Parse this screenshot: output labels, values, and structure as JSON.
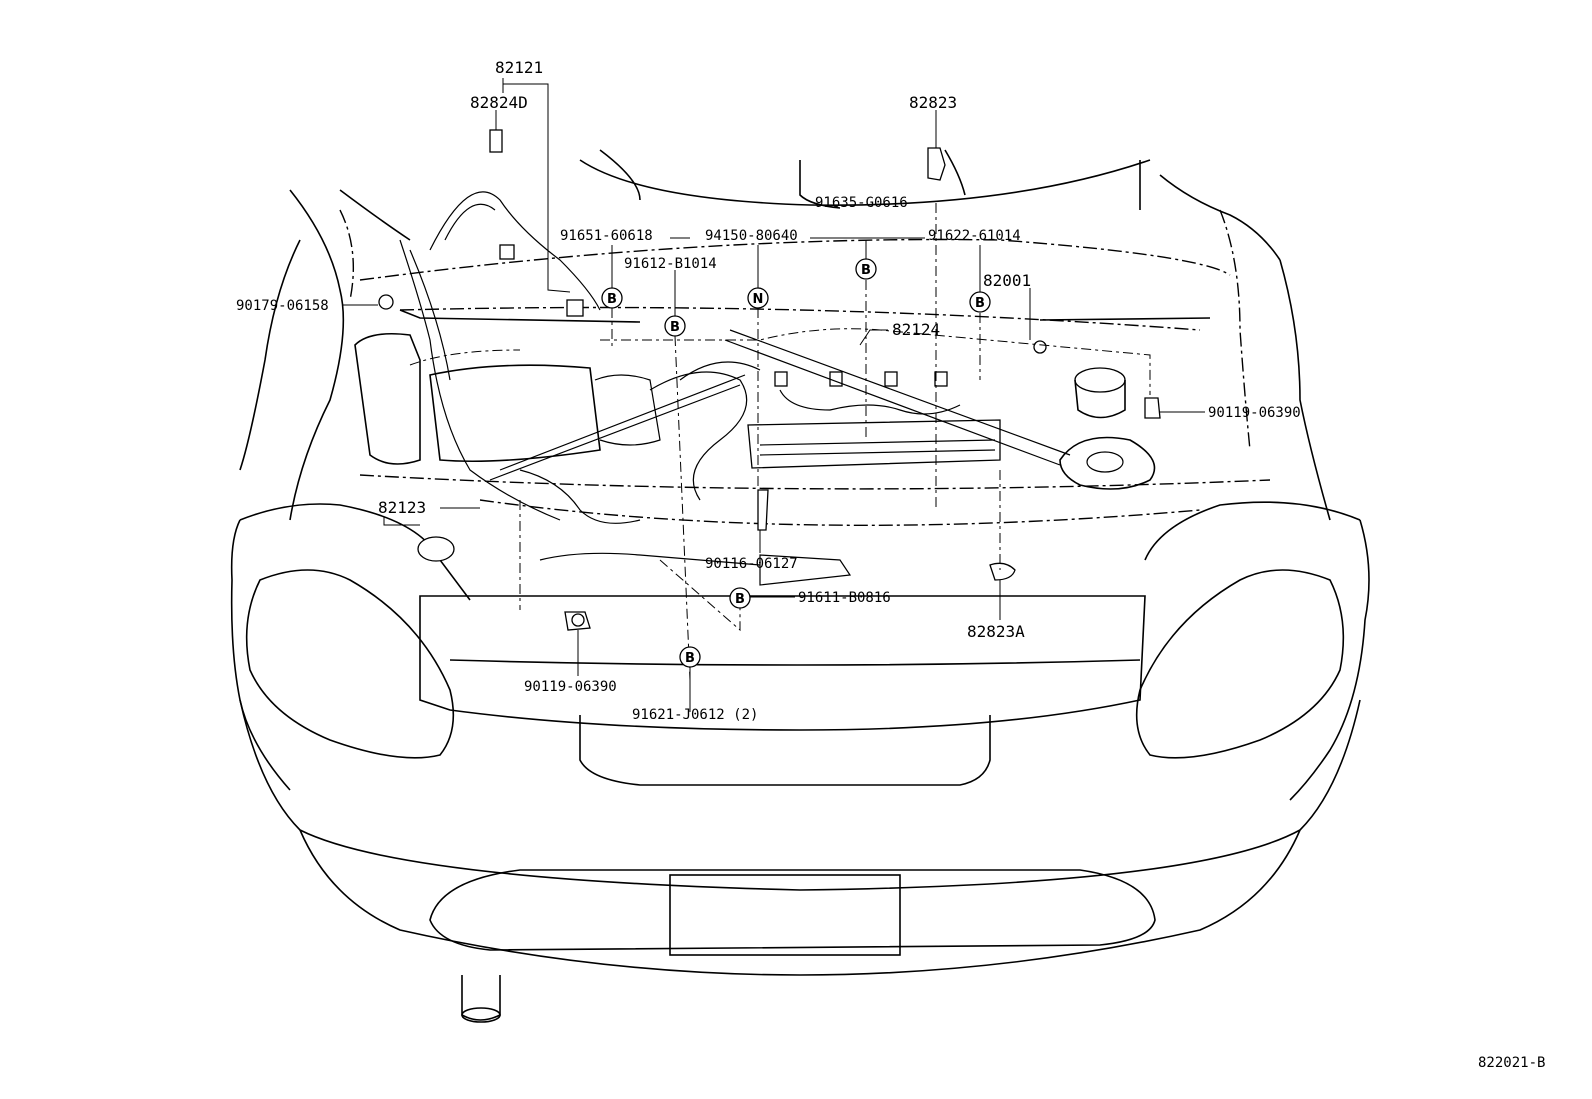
{
  "diagram_code": "822021-B",
  "part_numbers": {
    "p82121": "82121",
    "p82824D": "82824D",
    "p82823": "82823",
    "p91635": "91635-G0616",
    "p91651": "91651-60618",
    "p94150": "94150-80640",
    "p91622": "91622-61014",
    "p91612": "91612-B1014",
    "p82001": "82001",
    "p90179": "90179-06158",
    "p82124": "82124",
    "p90119_right": "90119-06390",
    "p82123": "82123",
    "p90116": "90116-06127",
    "p91611": "91611-B0816",
    "p82823A": "82823A",
    "p90119_bottom": "90119-06390",
    "p91621": "91621-J0612 (2)"
  },
  "callout_markers": {
    "b": "B",
    "n": "N"
  }
}
